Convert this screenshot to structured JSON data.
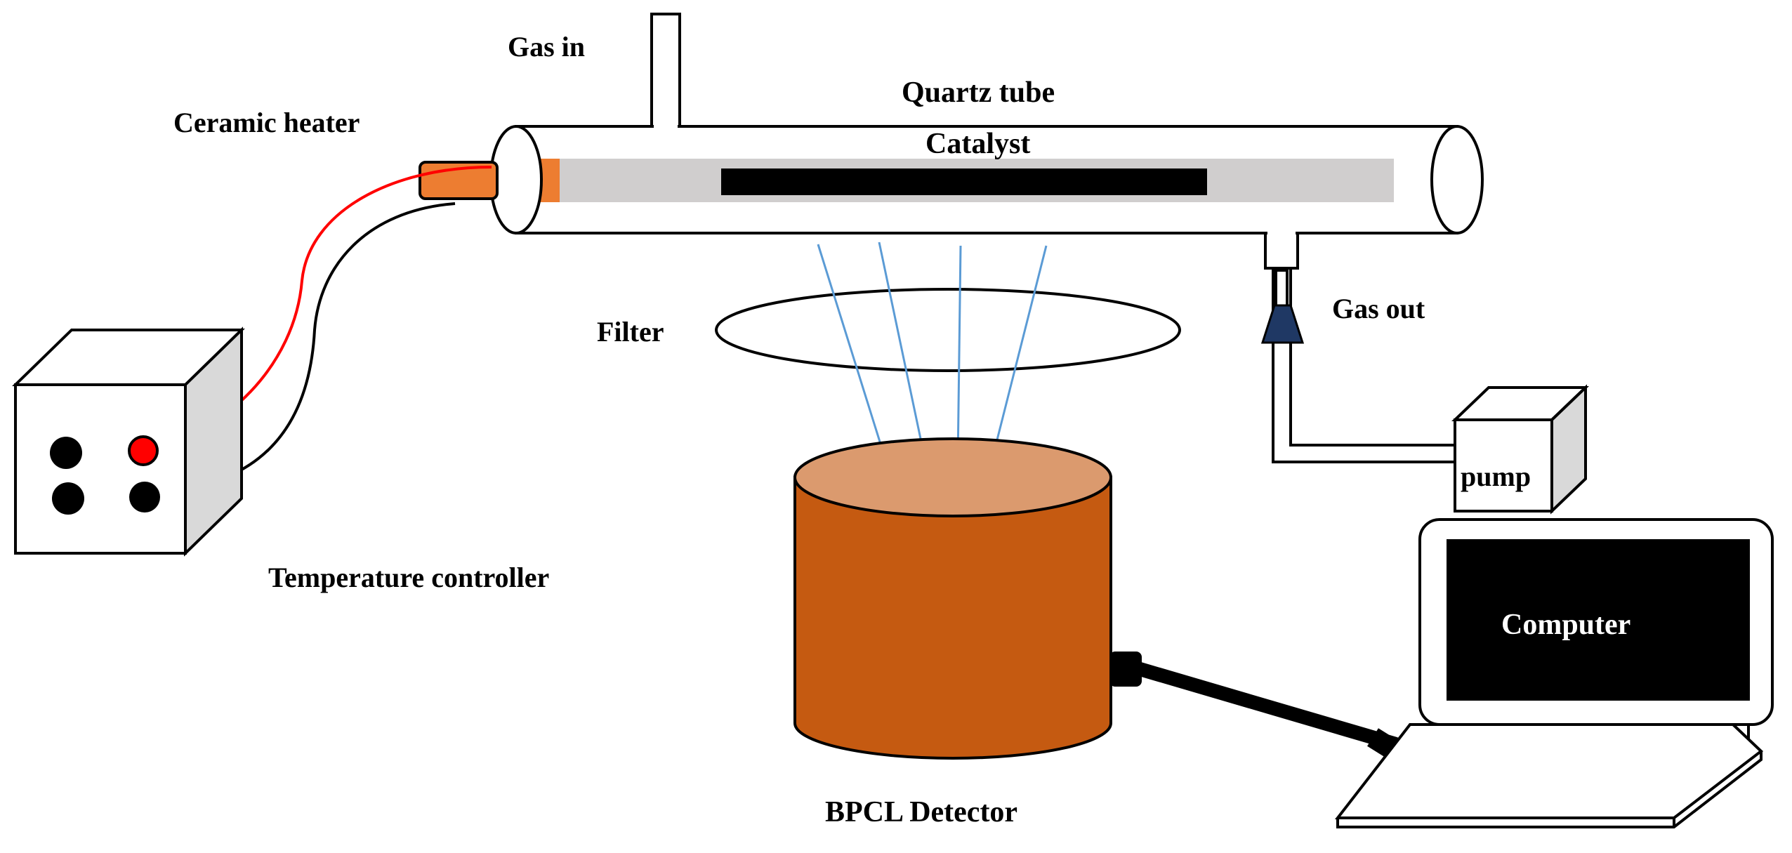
{
  "labels": {
    "gas_in": "Gas in",
    "quartz_tube": "Quartz tube",
    "ceramic_heater": "Ceramic heater",
    "catalyst": "Catalyst",
    "filter": "Filter",
    "gas_out": "Gas out",
    "pump": "pump",
    "temperature_controller": "Temperature controller",
    "computer": "Computer",
    "detector": "BPCL Detector"
  },
  "colors": {
    "heater": "#ED7D31",
    "detector_body": "#C55A11",
    "detector_top": "#DB9A6E",
    "quartz_inner": "#D0CECE",
    "box_side": "#D9D9D9",
    "light_arrow": "#5B9BD5",
    "red_wire": "#FF0000",
    "screen": "#000000"
  }
}
